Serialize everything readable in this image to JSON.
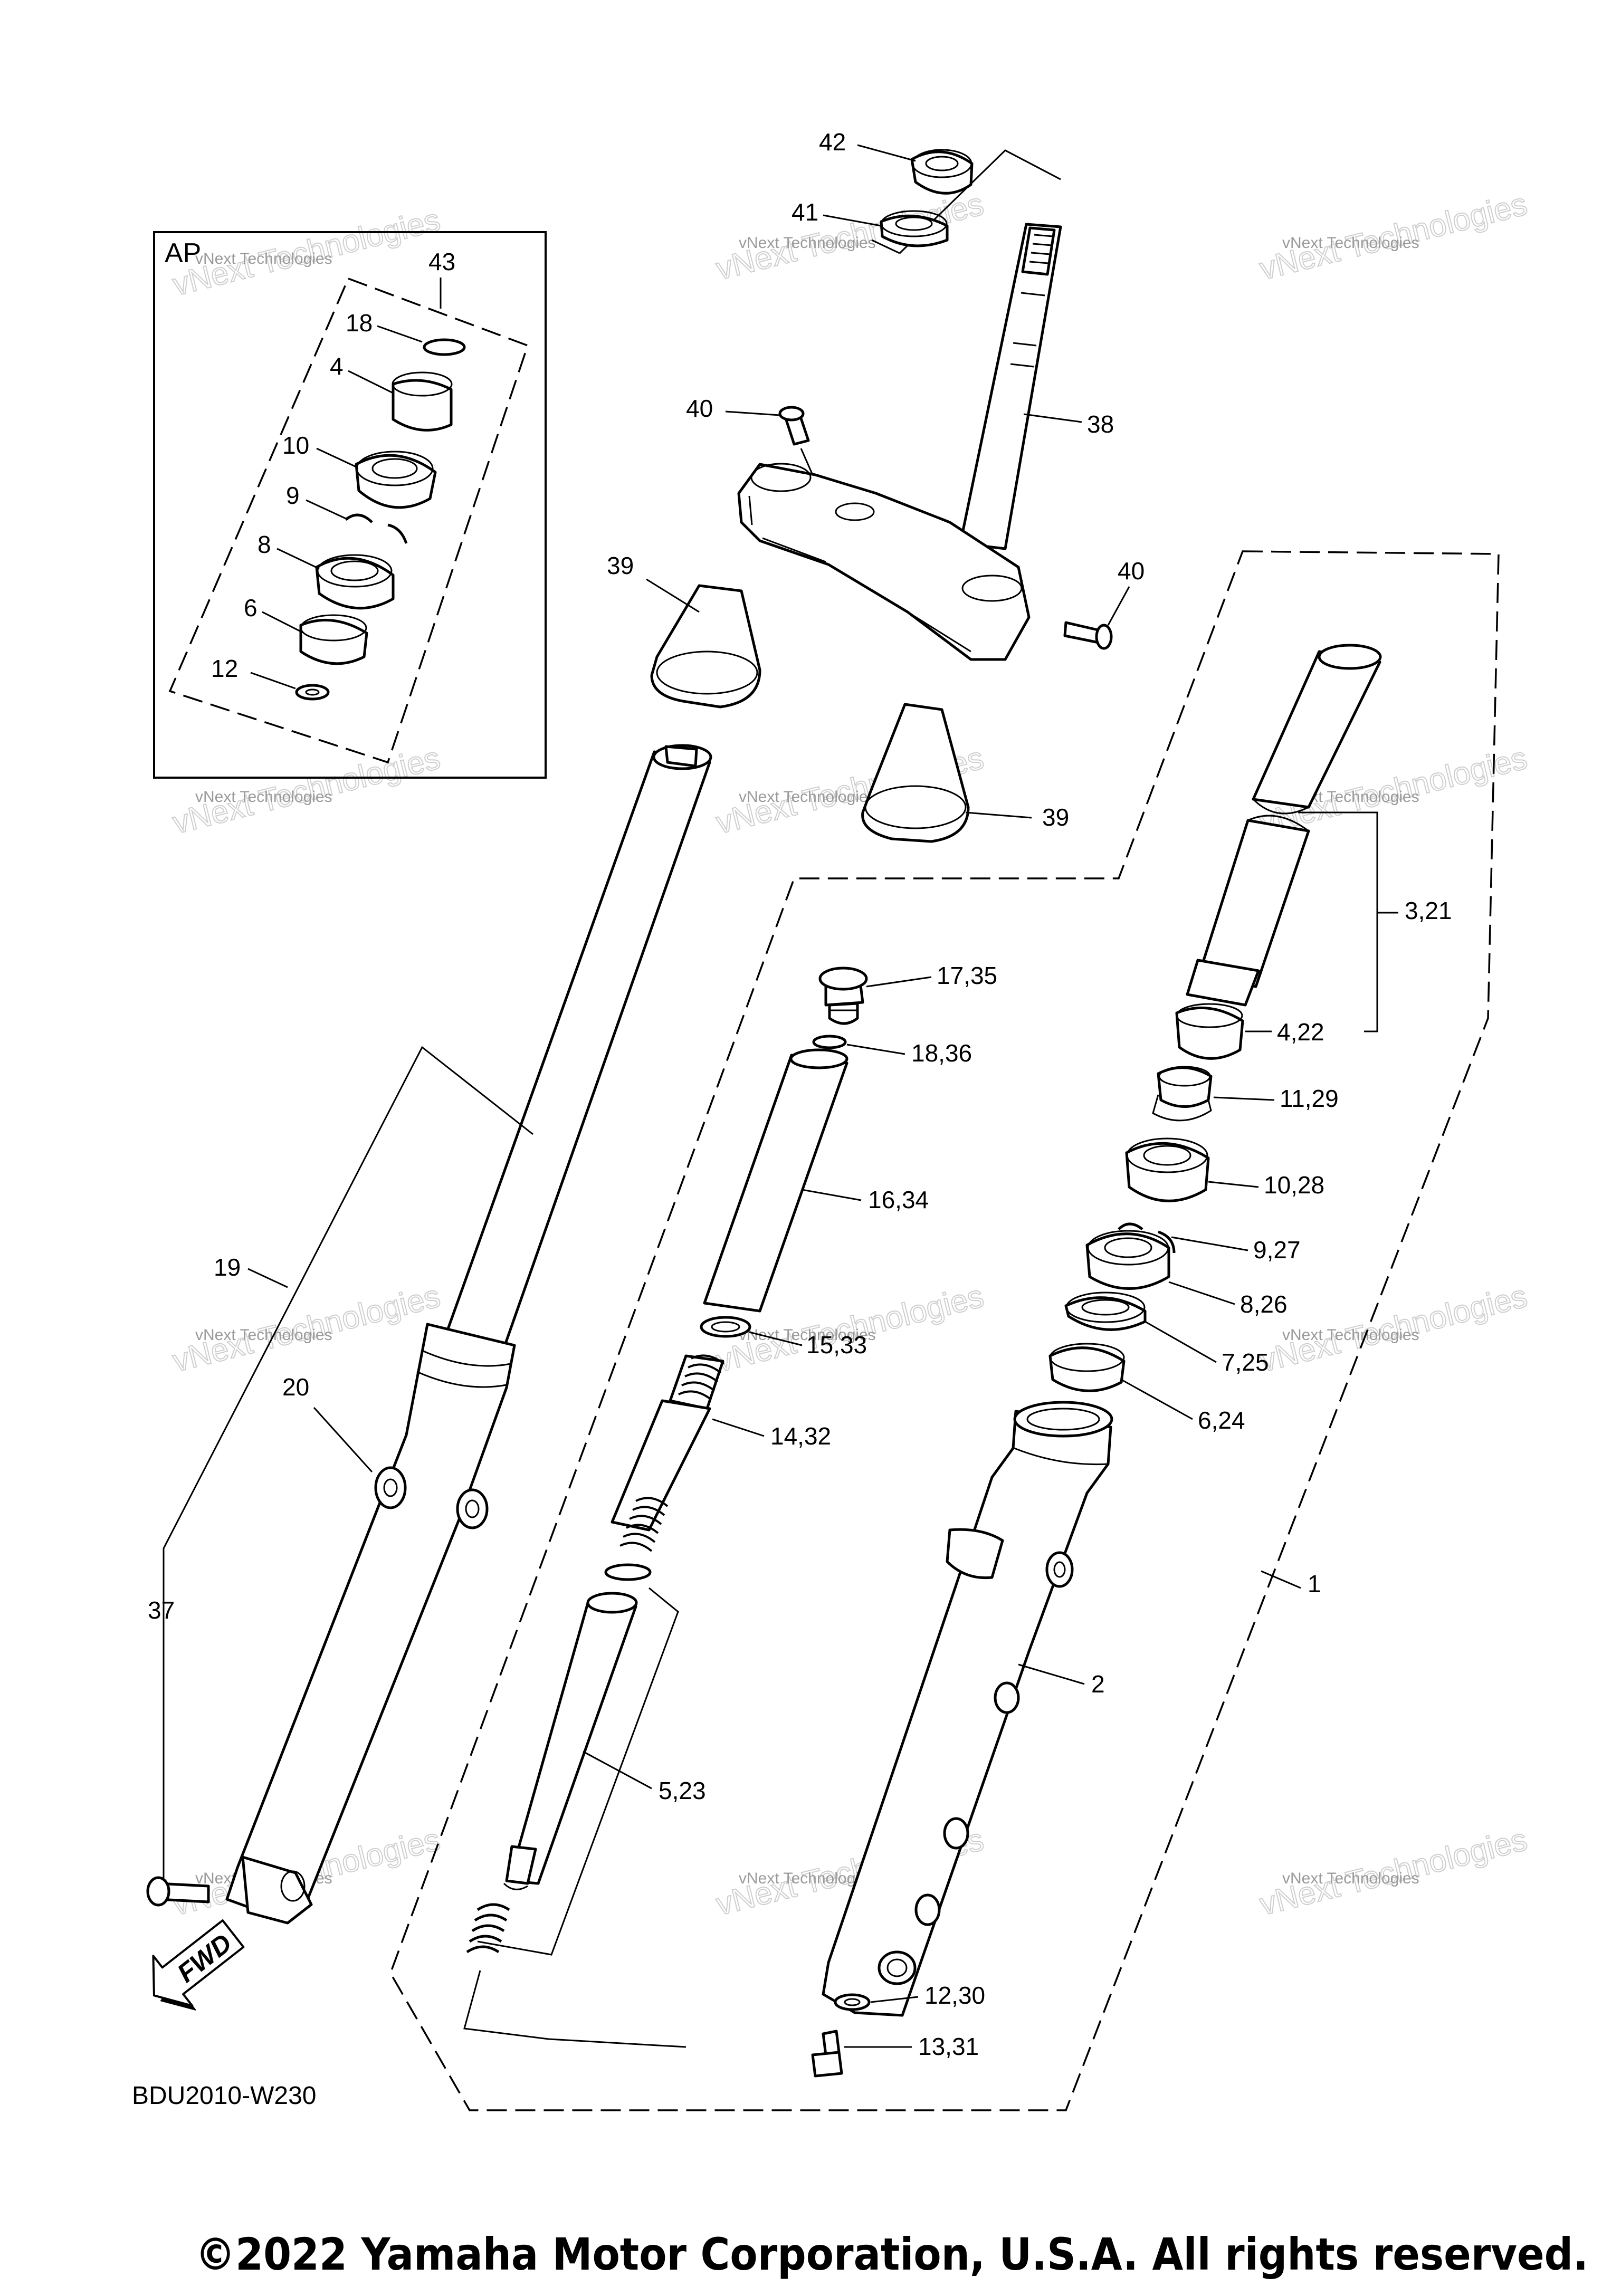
{
  "diagram": {
    "inset_label": "AP",
    "callouts": {
      "c42": "42",
      "c41": "41",
      "c40a": "40",
      "c38": "38",
      "c40b": "40",
      "c39a": "39",
      "c39b": "39",
      "c43": "43",
      "c18": "18",
      "c4": "4",
      "c10": "10",
      "c9": "9",
      "c8": "8",
      "c6": "6",
      "c12": "12",
      "c3_21": "3,21",
      "c4_22": "4,22",
      "c11_29": "11,29",
      "c10_28": "10,28",
      "c9_27": "9,27",
      "c8_26": "8,26",
      "c7_25": "7,25",
      "c6_24": "6,24",
      "c1": "1",
      "c2": "2",
      "c17_35": "17,35",
      "c18_36": "18,36",
      "c16_34": "16,34",
      "c15_33": "15,33",
      "c14_32": "14,32",
      "c5_23": "5,23",
      "c12_30": "12,30",
      "c13_31": "13,31",
      "c19": "19",
      "c20": "20",
      "c37": "37"
    },
    "fwd_label": "FWD",
    "diagram_code": "BDU2010-W230",
    "copyright": "©2022 Yamaha Motor Corporation, U.S.A. All rights reserved.",
    "watermark_line1": "vNext Technologies",
    "watermark_line2": "vNext Technologies"
  }
}
